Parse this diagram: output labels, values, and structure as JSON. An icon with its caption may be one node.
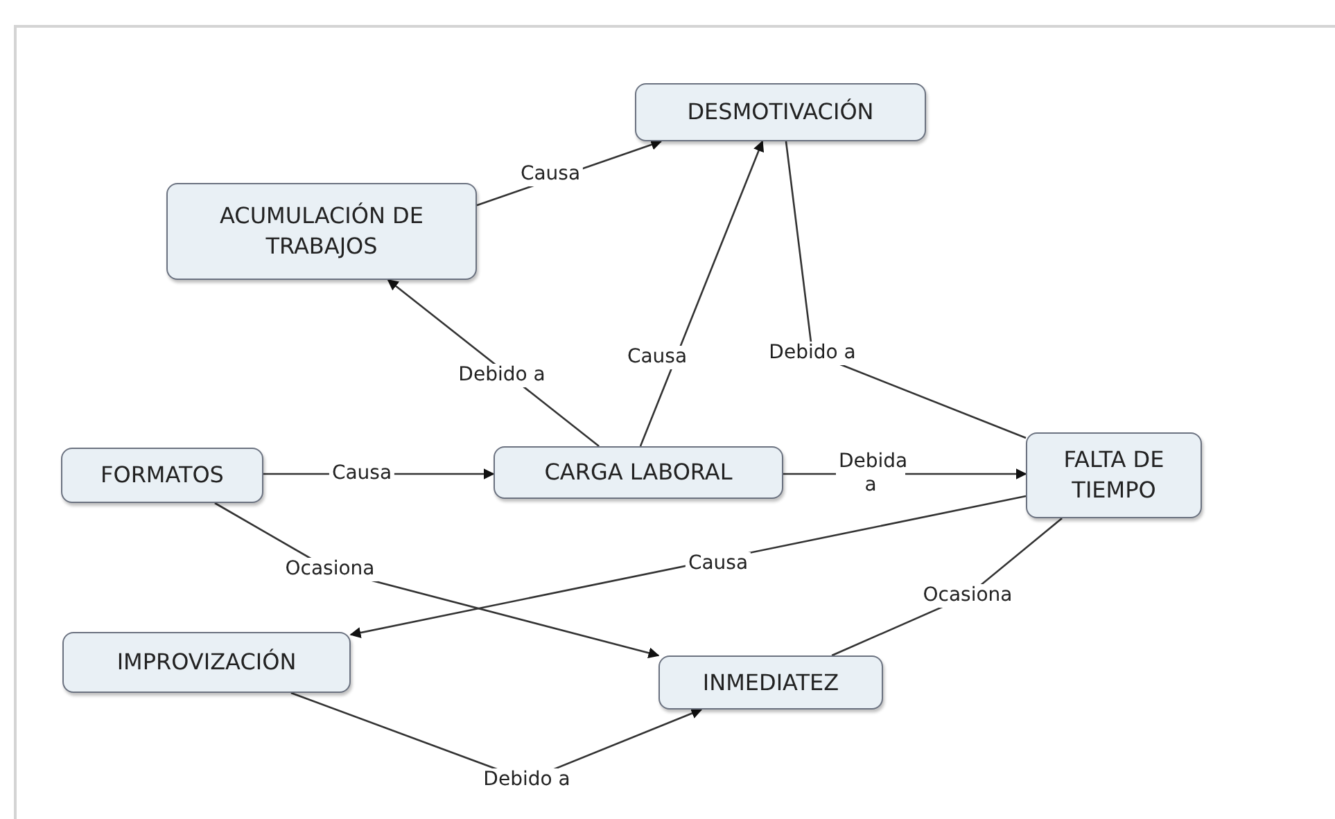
{
  "diagram": {
    "nodes": [
      {
        "text": [
          "DESMOTIVACIÓN"
        ]
      },
      {
        "text": [
          "ACUMULACIÓN DE TRABAJOS"
        ]
      },
      {
        "text": [
          "FORMATOS"
        ]
      },
      {
        "text": [
          "CARGA LABORAL"
        ]
      },
      {
        "text": [
          "FALTA DE TIEMPO"
        ]
      },
      {
        "text": [
          "IMPROVIZACIÓN"
        ]
      },
      {
        "text": [
          "INMEDIATEZ"
        ]
      }
    ],
    "edges": [
      {
        "from": 1,
        "to": 0,
        "arrow": "to",
        "label": "Causa"
      },
      {
        "from": 3,
        "to": 1,
        "arrow": "to",
        "label": "Debido a"
      },
      {
        "from": 3,
        "to": 0,
        "arrow": "to",
        "label": "Causa"
      },
      {
        "from": 0,
        "to": 4,
        "arrow": "none",
        "label": "Debido a"
      },
      {
        "from": 2,
        "to": 3,
        "arrow": "to",
        "label": "Causa"
      },
      {
        "from": 3,
        "to": 4,
        "arrow": "to",
        "label": "Debida a"
      },
      {
        "from": 4,
        "to": 5,
        "arrow": "to",
        "label": "Causa"
      },
      {
        "from": 2,
        "to": 6,
        "arrow": "to",
        "label": "Ocasiona"
      },
      {
        "from": 4,
        "to": 6,
        "arrow": "none",
        "label": "Ocasiona"
      },
      {
        "from": 5,
        "to": 6,
        "arrow": "to",
        "label": "Debido a"
      }
    ]
  }
}
